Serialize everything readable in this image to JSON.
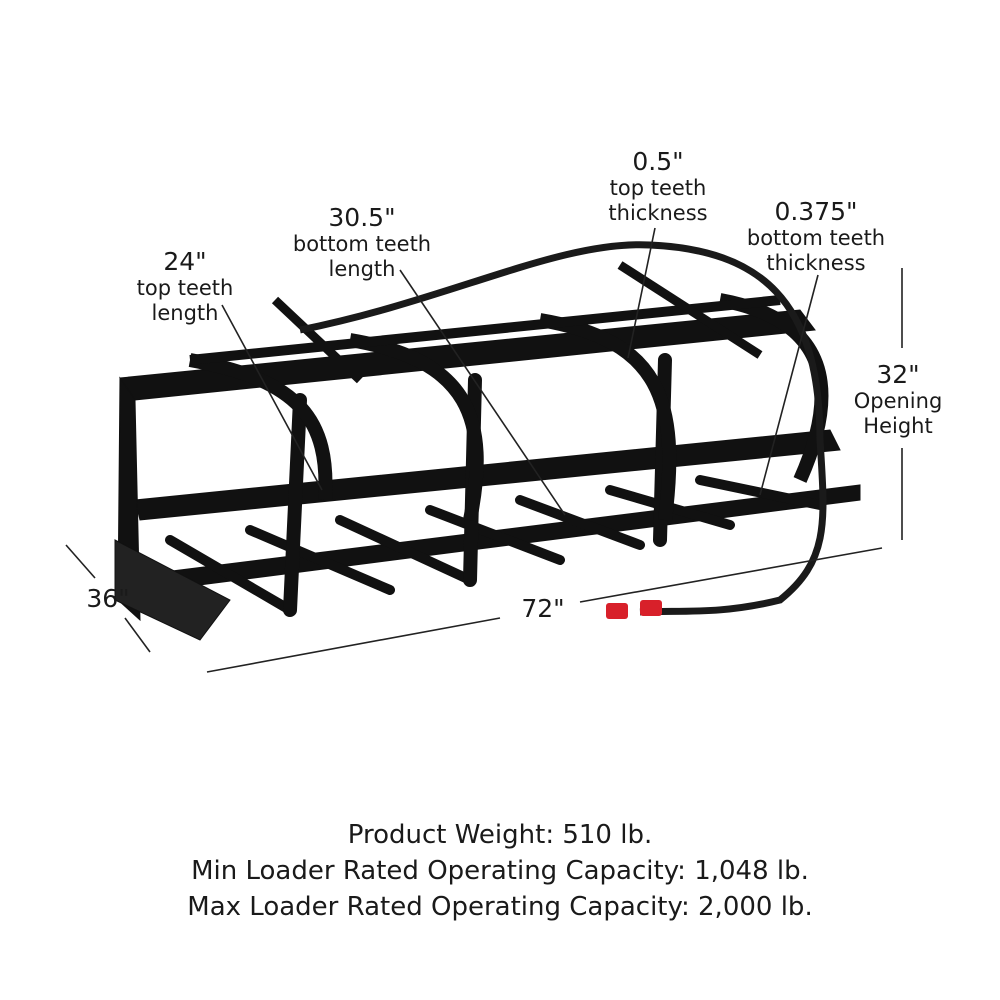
{
  "dimensions": {
    "top_teeth_length": {
      "value": "24\"",
      "label_1": "top teeth",
      "label_2": "length"
    },
    "bottom_teeth_length": {
      "value": "30.5\"",
      "label_1": "bottom teeth",
      "label_2": "length"
    },
    "top_teeth_thickness": {
      "value": "0.5\"",
      "label_1": "top teeth",
      "label_2": "thickness"
    },
    "bottom_teeth_thickness": {
      "value": "0.375\"",
      "label_1": "bottom teeth",
      "label_2": "thickness"
    },
    "opening_height": {
      "value": "32\"",
      "label_1": "Opening",
      "label_2": "Height"
    },
    "depth": {
      "value": "36\""
    },
    "width": {
      "value": "72\""
    }
  },
  "specs": [
    "Product Weight: 510 lb.",
    "Min Loader Rated Operating Capacity: 1,048 lb.",
    "Max Loader Rated Operating Capacity: 2,000 lb."
  ],
  "colors": {
    "frame": "#111111",
    "coupler": "#d8202a",
    "text": "#1a1a1a"
  }
}
